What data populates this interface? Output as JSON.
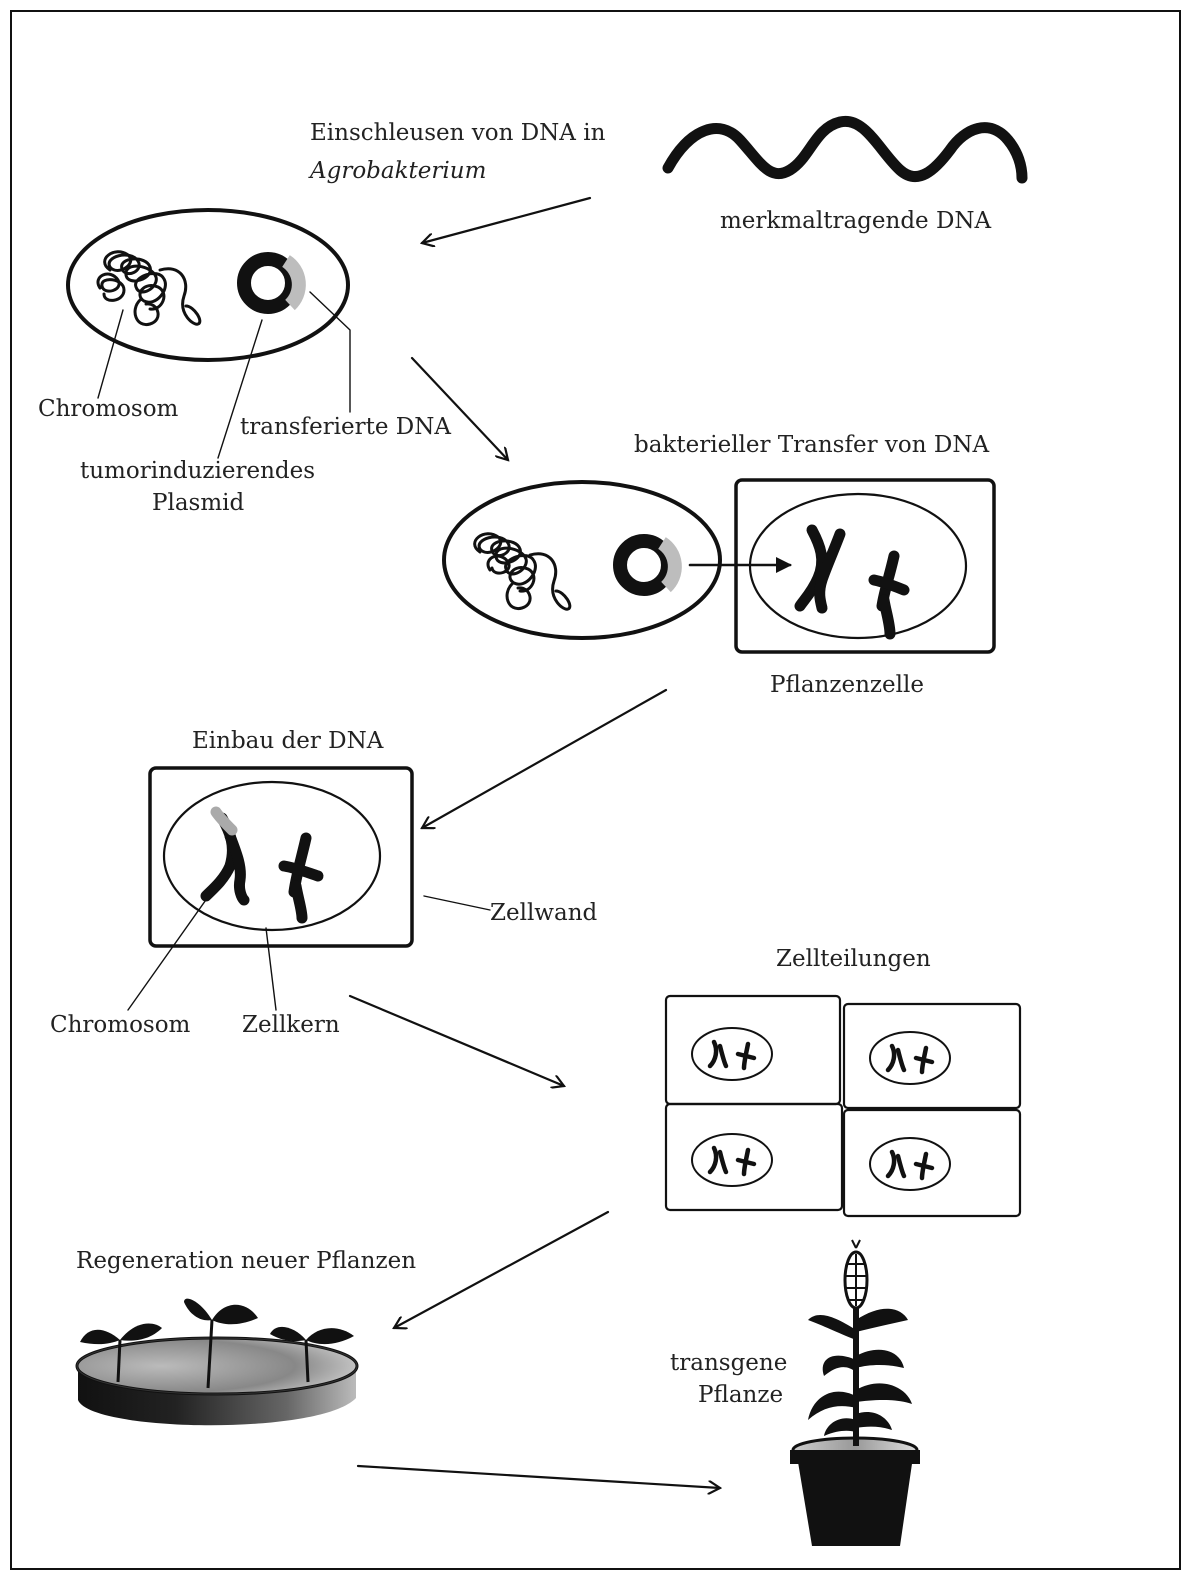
{
  "labels": {
    "insert_dna_line1": "Einschleusen von DNA in",
    "insert_dna_line2": "Agrobakterium",
    "trait_dna": "merkmaltragende DNA",
    "chromosome_bacterium": "Chromosom",
    "transferred_dna": "transferierte DNA",
    "plasmid_line1": "tumorinduzierendes",
    "plasmid_line2": "Plasmid",
    "bacterial_transfer": "bakterieller Transfer von DNA",
    "plant_cell": "Pflanzenzelle",
    "integration": "Einbau der DNA",
    "cell_wall": "Zellwand",
    "chromosome_plant": "Chromosom",
    "nucleus": "Zellkern",
    "cell_divisions": "Zellteilungen",
    "regeneration": "Regeneration neuer Pflanzen",
    "transgenic_line1": "transgene",
    "transgenic_line2": "Pflanze"
  },
  "colors": {
    "ink": "#111111",
    "transferred_dna_segment": "#bdbdbd"
  }
}
